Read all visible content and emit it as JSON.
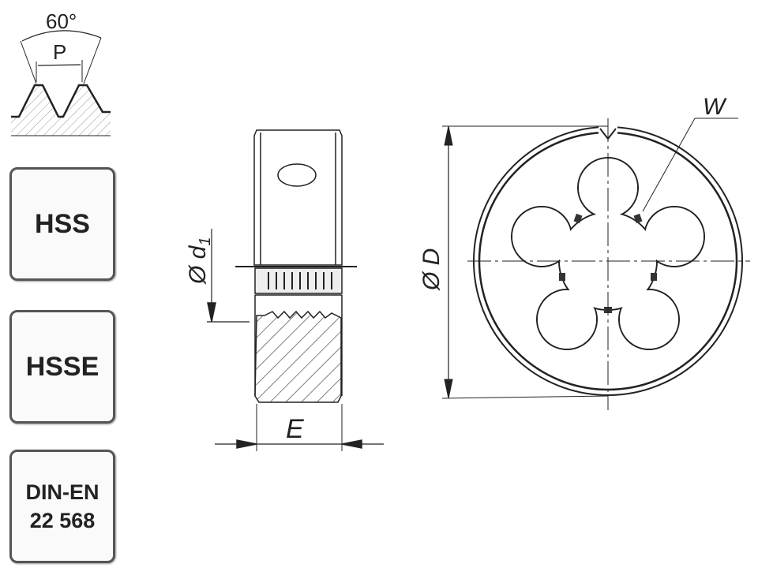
{
  "thread_profile": {
    "angle_label": "60°",
    "pitch_label": "P"
  },
  "badges": [
    {
      "label": "HSS"
    },
    {
      "label": "HSSE"
    },
    {
      "lines": [
        "DIN-EN",
        "22 568"
      ]
    }
  ],
  "side_view": {
    "diameter_symbol": "Ø",
    "d_label": "d",
    "d_subscript": "1",
    "width_label": "E"
  },
  "front_view": {
    "diameter_label": "Ø D",
    "slot_label": "W"
  },
  "colors": {
    "line": "#222222",
    "badge_border": "#555555"
  }
}
